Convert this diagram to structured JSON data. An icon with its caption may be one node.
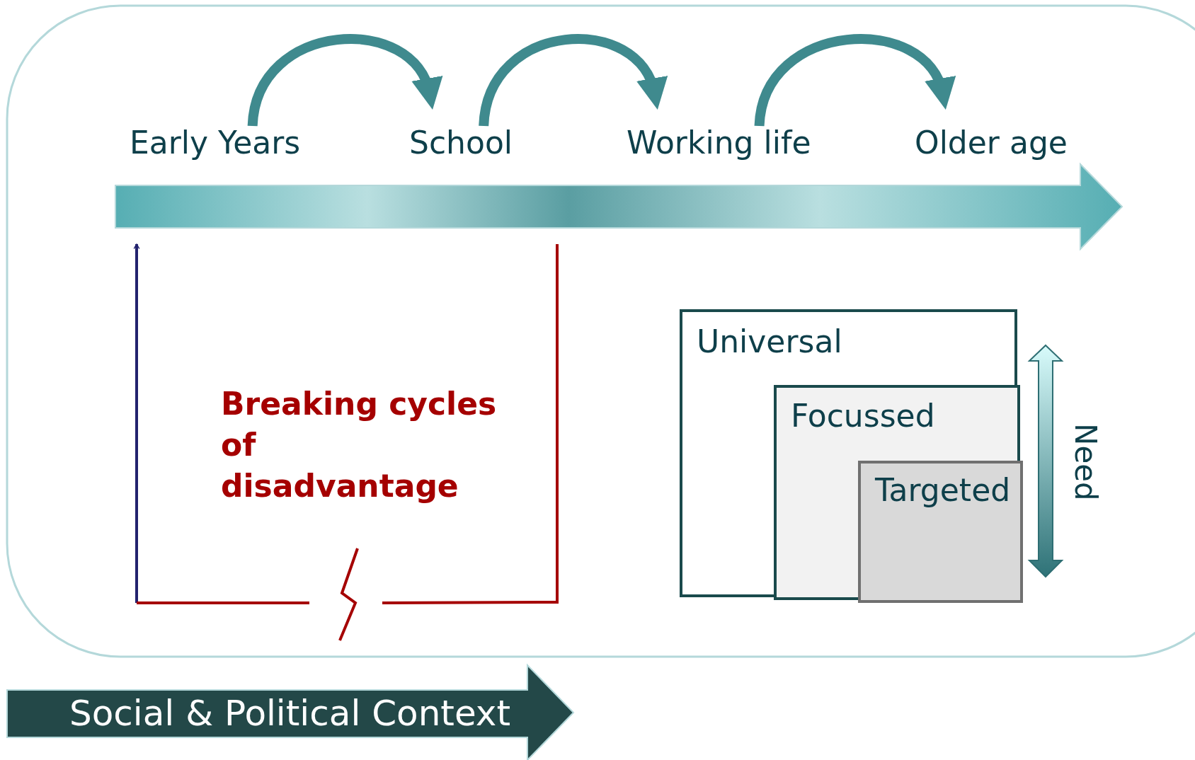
{
  "diagram": {
    "nodes": [
      {
        "text": [
          "Early Years"
        ]
      },
      {
        "text": [
          "School"
        ]
      },
      {
        "text": [
          "Working life"
        ]
      },
      {
        "text": [
          "Older age"
        ]
      },
      {
        "text": [
          "Universal"
        ]
      },
      {
        "text": [
          "Focussed"
        ],
        "in": 4
      },
      {
        "text": [
          "Targeted"
        ],
        "in": 5
      },
      {
        "text": [
          "Social & Political Context"
        ]
      }
    ],
    "edges": [
      {
        "from": 0,
        "to": 1,
        "arrow": "to"
      },
      {
        "from": 1,
        "to": 2,
        "arrow": "to"
      },
      {
        "from": 2,
        "to": 3,
        "arrow": "to"
      }
    ],
    "labels": [
      "Breaking cycles of disadvantage",
      "Need"
    ]
  }
}
